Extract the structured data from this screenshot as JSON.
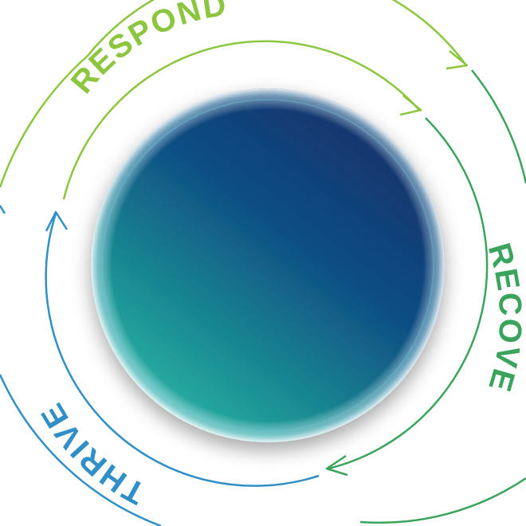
{
  "diagram": {
    "stages": [
      {
        "id": "respond",
        "label": "RESPOND",
        "color": "#8cc63f"
      },
      {
        "id": "recover",
        "label": "RECOVER",
        "color": "#3aa35c"
      },
      {
        "id": "thrive",
        "label": "THRIVE",
        "color": "#2f8fc6"
      }
    ],
    "center_disc": {
      "gradient_colors": [
        "#14306a",
        "#0f4f84",
        "#1a8d93",
        "#2db6a6"
      ]
    }
  }
}
